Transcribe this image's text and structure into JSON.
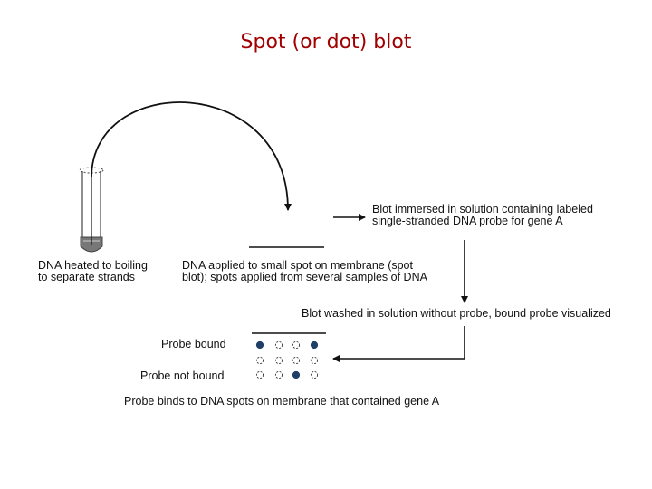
{
  "title": "Spot (or dot) blot",
  "steps": {
    "heat": [
      "DNA heated to boiling",
      "to separate strands"
    ],
    "apply": [
      "DNA applied to small spot on membrane (spot",
      "blot); spots applied from several samples of DNA"
    ],
    "immerse": [
      "Blot immersed in solution containing labeled",
      "single-stranded DNA probe for gene A"
    ],
    "wash": "Blot washed in solution without probe, bound probe visualized",
    "result": "Probe binds to DNA spots on membrane that contained gene A"
  },
  "rows": {
    "bound_label": "Probe bound",
    "not_bound_label": "Probe not bound"
  },
  "dots": {
    "bound": [
      "filled",
      "dashed",
      "dashed",
      "filled"
    ],
    "not_bound": [
      "dashed",
      "dashed",
      "filled",
      "dashed"
    ]
  },
  "colors": {
    "title": "#a00000",
    "probe": "#1f3f66",
    "line": "#111111"
  }
}
